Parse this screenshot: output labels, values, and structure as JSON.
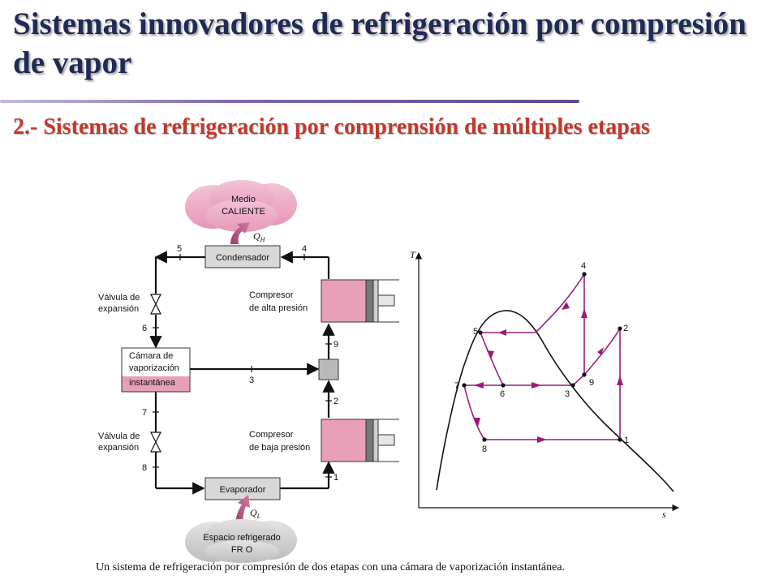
{
  "slide": {
    "title": "Sistemas innovadores de refrigeración por compresión de vapor",
    "subtitle": "2.- Sistemas de refrigeración por comprensión de múltiples etapas",
    "caption": "Un sistema de refrigeración por compresión de dos etapas con una cámara de vaporización instantánea."
  },
  "schematic": {
    "hot_medium": [
      "Medio",
      "CALIENTE"
    ],
    "cold_space": [
      "Espacio refrigerado",
      "FR O"
    ],
    "heat_out": "Q",
    "heat_out_sub": "H",
    "heat_in": "Q",
    "heat_in_sub": "L",
    "condenser": "Condensador",
    "evaporator": "Evaporador",
    "valve_upper": [
      "Válvula de",
      "expansión"
    ],
    "valve_lower": [
      "Válvula de",
      "expansión"
    ],
    "flash_chamber": [
      "Cámara de",
      "vaporización",
      "instantánea"
    ],
    "compressor_high": [
      "Compresor",
      "de alta presión"
    ],
    "compressor_low": [
      "Compresor",
      "de baja presión"
    ],
    "states": [
      "1",
      "2",
      "3",
      "4",
      "5",
      "6",
      "7",
      "8",
      "9"
    ]
  },
  "ts_diagram": {
    "y_axis": "T",
    "x_axis": "s",
    "points": [
      "1",
      "2",
      "3",
      "4",
      "5",
      "6",
      "7",
      "8",
      "9"
    ]
  },
  "colors": {
    "title": "#1f2a55",
    "subtitle": "#c0392b",
    "cycle": "#9b1b7a",
    "component_pink": "#e8a0b8",
    "component_gray": "#d8d8d8"
  }
}
